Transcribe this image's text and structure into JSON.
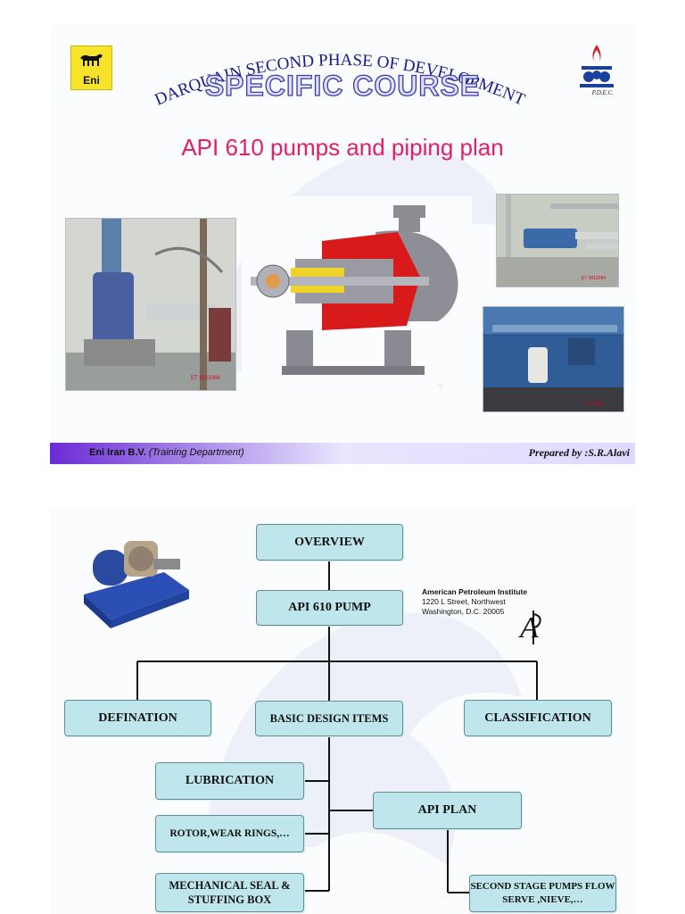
{
  "slide1": {
    "arc_title": "DARQUAIN SECOND PHASE OF DEVELOPMENT",
    "course_title": "SPECIFIC  COURSE",
    "main_title": "API 610  pumps and piping plan",
    "eni_logo_text": "Eni",
    "pdec_logo_text": "P.D.E.C.",
    "photo_caption_1": "ET 3021084",
    "photo_caption_2": "ET 3012084",
    "photo_caption_3": "ET 2006",
    "footer": {
      "company": "Eni Iran B.V.",
      "department": "(Training Department)",
      "prepared_by": "Prepared by :S.R.Alavi"
    }
  },
  "slide2": {
    "boxes": {
      "overview": "OVERVIEW",
      "api_pump": "API 610 PUMP",
      "defination": "DEFINATION",
      "basic_design": "BASIC DESIGN ITEMS",
      "classification": "CLASSIFICATION",
      "lubrication": "LUBRICATION",
      "api_plan": "API PLAN",
      "rotor": "ROTOR,WEAR RINGS,…",
      "mech_seal": "MECHANICAL SEAL & STUFFING BOX",
      "second_stage": "SECOND STAGE PUMPS FLOW SERVE ,NIEVE,…"
    },
    "api_address": {
      "org": "American Petroleum Institute",
      "street": "1220 L Street, Northwest",
      "city": "Washington, D.C. 20005"
    }
  },
  "colors": {
    "title_pink": "#e0206a",
    "box_fill": "#bfe6ec",
    "footer_purple": "#6b2bd6"
  }
}
